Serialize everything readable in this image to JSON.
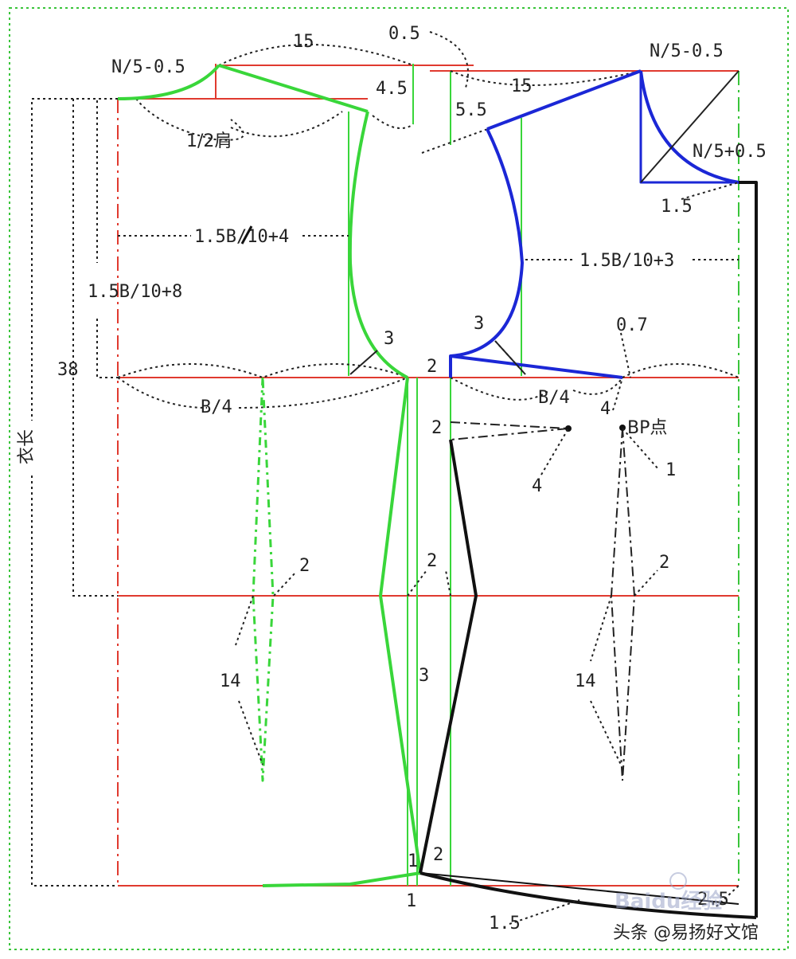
{
  "colors": {
    "frame": "#39c43a",
    "guide": "#e03a2f",
    "back_piece": "#39d63a",
    "front_piece": "#1b27d6",
    "front_outline": "#111111",
    "dotted": "#222222",
    "bust_point": "#111111",
    "watermark": "#9aa4c8"
  },
  "labels": {
    "back_neck": "N/5-0.5",
    "front_neck_width": "N/5-0.5",
    "front_neck_depth": "N/5+0.5",
    "shoulder_back": "15",
    "shoulder_front": "15",
    "shoulder_offset": "0.5",
    "back_shoulder_drop": "4.5",
    "front_shoulder_drop": "5.5",
    "half_shoulder": "1/2肩",
    "back_width": "1.5B/10+4",
    "front_width": "1.5B/10+3",
    "armhole_depth": "1.5B/10+8",
    "back_length": "38",
    "garment_length": "衣长",
    "neck_extension": "1.5",
    "back_arm_curve": "3",
    "front_arm_curve": "3",
    "side_front": "2",
    "back_bust": "B/4",
    "front_bust": "B/4",
    "bp_up": "0.7",
    "bp_left": "4",
    "bp_label": "BP点",
    "bp_dart_origin": "2",
    "bp_dart_left": "4",
    "bp_dart_right": "1",
    "back_dart_width": "2",
    "side_waist": "2",
    "front_dart_width": "2",
    "back_dart_length": "14",
    "front_dart_length": "14",
    "side_gap": "3",
    "hem_left": "1",
    "hem_right": "2",
    "hem_bottom": "1",
    "hem_curve": "1.5",
    "hem_drop": "2.5"
  },
  "watermark": {
    "brand": "Baidu经验",
    "source": "头条 @易扬好文馆"
  }
}
